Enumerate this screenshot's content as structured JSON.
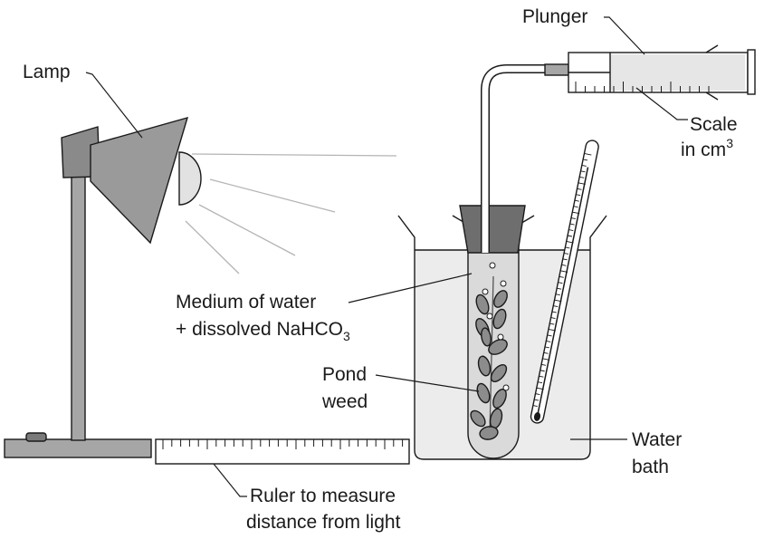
{
  "labels": {
    "lamp": "Lamp",
    "plunger": "Plunger",
    "scale_line1": "Scale",
    "scale_line2": "in cm",
    "scale_sup": "3",
    "medium_line1": "Medium of water",
    "medium_line2": "+ dissolved NaHCO",
    "medium_sub": "3",
    "pond_line1": "Pond",
    "pond_line2": "weed",
    "water_line1": "Water",
    "water_line2": "bath",
    "ruler_line1": "Ruler to measure",
    "ruler_line2": "distance from light"
  },
  "colors": {
    "outline": "#1a1a1a",
    "lamp_shade": "#9a9a9a",
    "lamp_bulb": "#e2e2e2",
    "stand": "#a6a6a6",
    "water": "#ececec",
    "tube_fill": "#dadada",
    "leaf": "#8c8c8c",
    "bung": "#6e6e6e",
    "light_rays": "#b4b4b4"
  }
}
